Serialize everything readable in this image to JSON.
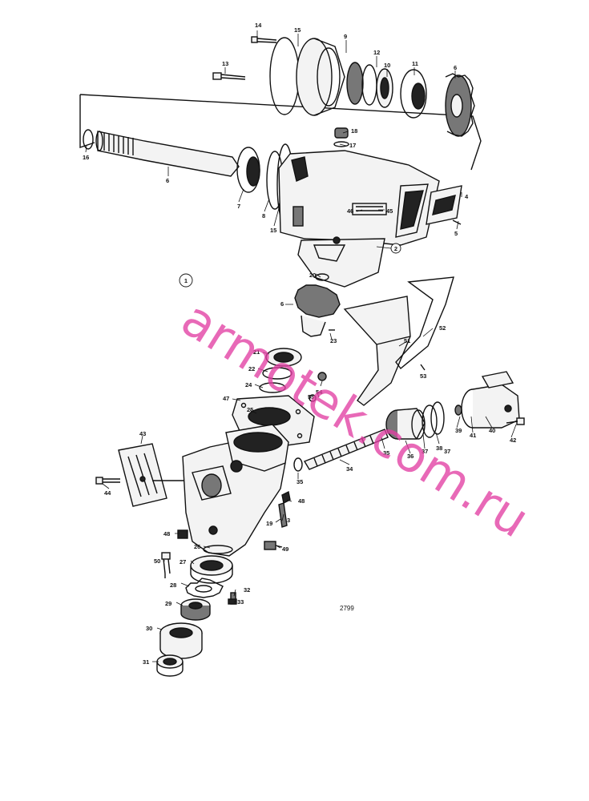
{
  "drawing_number": "2799",
  "watermark": "armotek.com.ru",
  "colors": {
    "ink": "#111111",
    "watermark": "#e23fa3",
    "paper": "#ffffff"
  },
  "group_markers": [
    "1",
    "2"
  ],
  "callouts": [
    "14",
    "15",
    "9",
    "12",
    "10",
    "11",
    "6",
    "13",
    "18",
    "17",
    "16",
    "6",
    "7",
    "8",
    "15",
    "46",
    "45",
    "4",
    "5",
    "2",
    "1",
    "20",
    "6",
    "51",
    "52",
    "23",
    "21",
    "22",
    "53",
    "24",
    "55",
    "54",
    "47",
    "25",
    "40",
    "39",
    "41",
    "42",
    "43",
    "38",
    "37",
    "36",
    "37",
    "35",
    "34",
    "44",
    "35",
    "48",
    "3",
    "19",
    "48",
    "26",
    "49",
    "50",
    "27",
    "28",
    "32",
    "33",
    "29",
    "30",
    "31"
  ]
}
